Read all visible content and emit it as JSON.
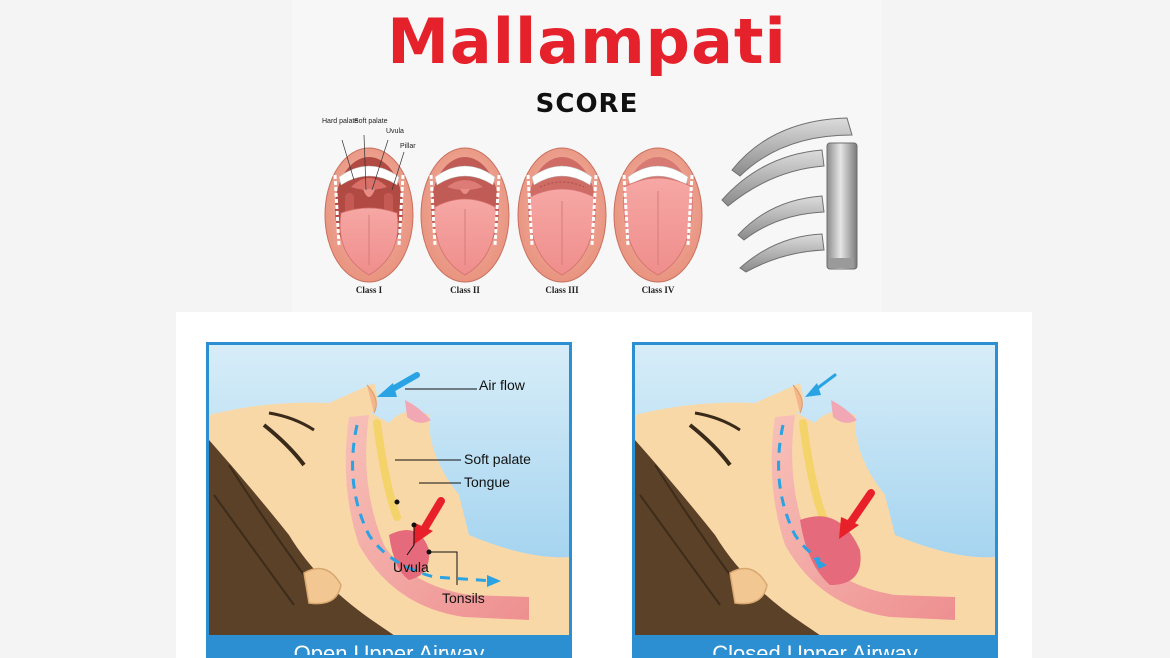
{
  "header": {
    "title": "Mallampati",
    "subtitle": "SCORE"
  },
  "classes": [
    "Class I",
    "Class II",
    "Class III",
    "Class IV"
  ],
  "anatomy_labels": {
    "hard_palate": "Hard palate",
    "soft_palate": "Soft palate",
    "uvula": "Uvula",
    "pillar": "Pillar"
  },
  "airway": {
    "open": {
      "callouts": {
        "air_flow": "Air flow",
        "soft_palate": "Soft palate",
        "tongue": "Tongue",
        "uvula": "Uvula",
        "tonsils": "Tonsils"
      },
      "caption": "Open Upper Airway"
    },
    "closed": {
      "caption": "Closed Upper Airway"
    }
  },
  "colors": {
    "title_red": "#e5212b",
    "frame_blue": "#2c8fd1",
    "airflow_blue": "#29a3e3",
    "obstruction_red": "#e8202a",
    "skin": "#f9d8a8",
    "hair": "#5a4128"
  }
}
